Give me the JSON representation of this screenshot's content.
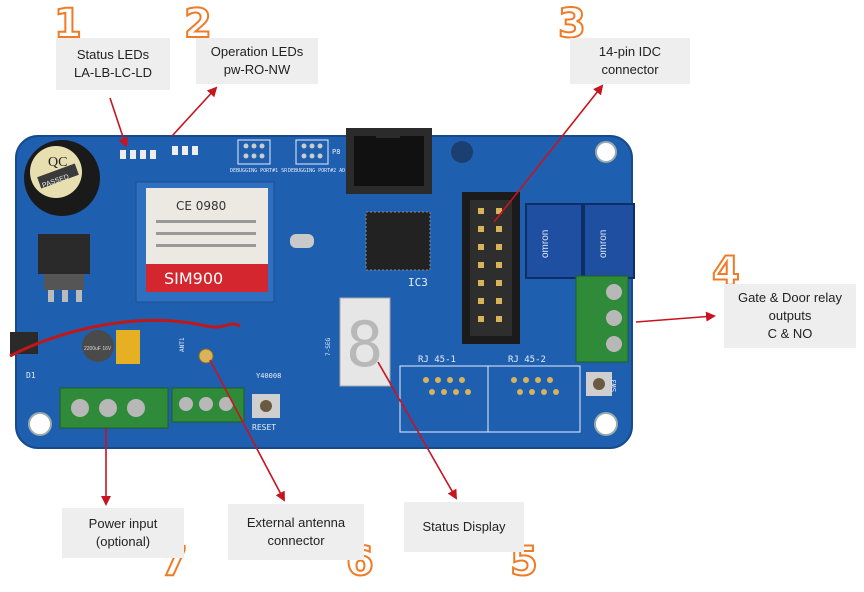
{
  "callouts": [
    {
      "number": "1",
      "lines": [
        "Status LEDs",
        "LA-LB-LC-LD"
      ]
    },
    {
      "number": "2",
      "lines": [
        "Operation LEDs",
        "pw-RO-NW"
      ]
    },
    {
      "number": "3",
      "lines": [
        "14-pin IDC",
        "connector"
      ]
    },
    {
      "number": "4",
      "lines": [
        "Gate & Door relay",
        "outputs",
        "C & NO"
      ]
    },
    {
      "number": "5",
      "lines": [
        "Status Display"
      ]
    },
    {
      "number": "6",
      "lines": [
        "External antenna",
        "connector"
      ]
    },
    {
      "number": "7",
      "lines": [
        "Power input",
        "(optional)"
      ]
    }
  ],
  "board": {
    "qc_sticker": [
      "QC",
      "PASSED"
    ],
    "module_label": "SIM900",
    "module_ce": "CE 0980",
    "ic_label": "IC3",
    "reset_label": "RESET",
    "crystal_label": "Y40008",
    "rj_left": "RJ 45-1",
    "rj_right": "RJ 45-2",
    "display_label": "7-SEG",
    "display_digit": "8",
    "relay_brand": "omron",
    "debug_port_1": "DEBUGGING PORT#1 SR",
    "debug_port_2": "DEBUGGING PORT#2 AD",
    "antenna_label": "ANT1",
    "diode_label": "D1",
    "sw_label": "SW3",
    "p8_label": "P8",
    "cap_label": "2200uF 16V"
  },
  "colors": {
    "board": "#1f5fb0",
    "arrow": "#c8141e",
    "number": "#f07b26",
    "callout_bg": "#eeeeee"
  }
}
